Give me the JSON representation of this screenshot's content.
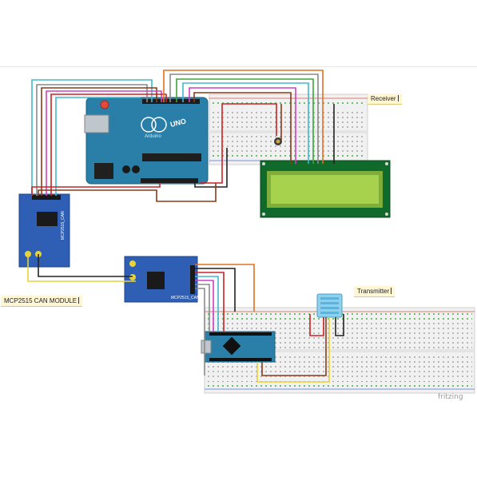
{
  "labels": {
    "receiver": "Receiver",
    "transmitter": "Transmitter",
    "mcp_module": "MCP2515 CAN MODULE",
    "watermark": "fritzing"
  },
  "board_text": {
    "arduino_uno_logo": "UNO",
    "arduino_brand": "Arduino",
    "can_module_1": "MCP2515_CAN",
    "can_module_2": "MCP2515_CAN"
  },
  "colors": {
    "arduino_blue": "#2a7fa8",
    "can_blue": "#2f5fb5",
    "lcd_green": "#9fd24a",
    "lcd_frame": "#0f6a2c",
    "breadboard": "#f2f2f2",
    "wire_red": "#cc2222",
    "wire_brown": "#8a3a1a",
    "wire_yellow": "#e8d23a",
    "wire_magenta": "#d040c0",
    "wire_cyan": "#40b8d0",
    "wire_gray": "#8a8a8a",
    "wire_orange": "#e07020",
    "wire_green": "#3aa63a",
    "wire_black": "#222222",
    "dht_blue": "#8ed0ee"
  }
}
